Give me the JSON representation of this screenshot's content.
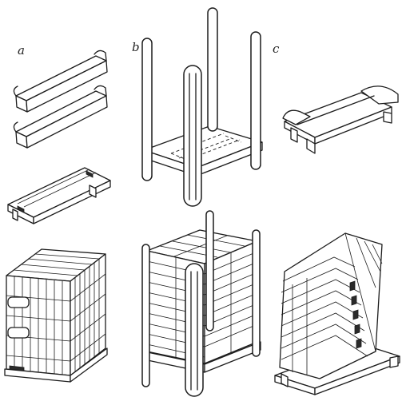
{
  "labels": {
    "a": "a",
    "b": "b",
    "c": "c"
  },
  "colors": {
    "ink": "#1c1c1c",
    "paper": "#ffffff"
  }
}
